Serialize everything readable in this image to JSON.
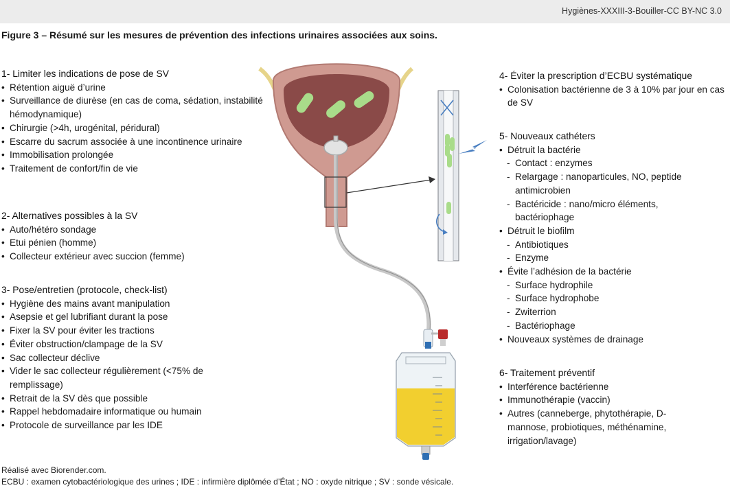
{
  "header": {
    "text": "Hygiènes-XXXIII-3-Bouiller-CC BY-NC 3.0"
  },
  "figure_title": "Figure 3 – Résumé sur les mesures de prévention des infections urinaires associées aux soins.",
  "colors": {
    "bladder": "#cf9a91",
    "bladder_inner": "#8a4a48",
    "bacteria": "#a9dc8a",
    "urine": "#f2cf2f",
    "arrow_blue": "#4a7fc1"
  },
  "sections": {
    "s1": {
      "title": "1- Limiter les indications de pose de SV",
      "items": [
        "Rétention aiguë d’urine",
        "Surveillance de diurèse (en cas de coma, sédation, instabilité hémodynamique)",
        "Chirurgie (>4h, urogénital, péridural)",
        "Escarre du sacrum associée à une incontinence urinaire",
        "Immobilisation prolongée",
        "Traitement de confort/fin de vie"
      ]
    },
    "s2": {
      "title": "2- Alternatives possibles à la SV",
      "items": [
        "Auto/hétéro sondage",
        "Etui pénien (homme)",
        "Collecteur extérieur avec succion (femme)"
      ]
    },
    "s3": {
      "title": "3- Pose/entretien (protocole, check-list)",
      "items": [
        "Hygiène des mains avant manipulation",
        "Asepsie et gel lubrifiant durant la pose",
        "Fixer la SV pour éviter les tractions",
        "Éviter obstruction/clampage de la SV",
        "Sac collecteur déclive",
        "Vider le sac collecteur régulièrement (<75% de remplissage)",
        "Retrait de la SV dès que possible",
        "Rappel hebdomadaire informatique ou humain",
        "Protocole de surveillance par les IDE"
      ]
    },
    "s4": {
      "title": "4- Éviter la prescription d’ECBU systématique",
      "items": [
        "Colonisation bactérienne de 3 à 10% par jour en cas de SV"
      ]
    },
    "s5": {
      "title": "5- Nouveaux cathéters",
      "g1": "Détruit la bactérie",
      "g1_items": [
        "Contact : enzymes",
        "Relargage : nanoparticules, NO, peptide antimicrobien",
        "Bactéricide : nano/micro éléments, bactériophage"
      ],
      "g2": "Détruit le biofilm",
      "g2_items": [
        "Antibiotiques",
        "Enzyme"
      ],
      "g3": "Évite l’adhésion de la bactérie",
      "g3_items": [
        "Surface hydrophile",
        "Surface hydrophobe",
        "Zwiterrion",
        "Bactériophage"
      ],
      "g4": "Nouveaux systèmes de drainage"
    },
    "s6": {
      "title": "6- Traitement préventif",
      "items": [
        "Interférence bactérienne",
        "Immunothérapie (vaccin)",
        "Autres (canneberge, phytothérapie, D-mannose, probiotiques, méthénamine, irrigation/lavage)"
      ]
    }
  },
  "footer": {
    "line1": "Réalisé avec Biorender.com.",
    "line2": "ECBU : examen cytobactériologique des urines ; IDE : infirmière diplômée d’État ; NO : oxyde nitrique ; SV : sonde vésicale."
  }
}
